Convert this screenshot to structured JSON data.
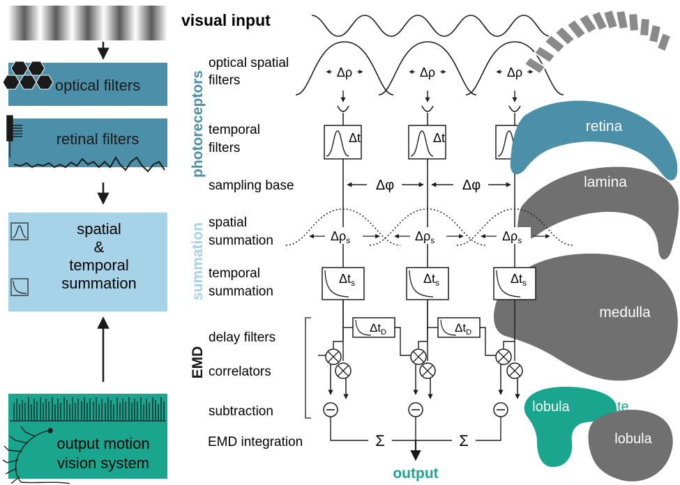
{
  "left_column": {
    "optical_filters": "optical filters",
    "retinal_filters": "retinal filters",
    "summation_line1": "spatial",
    "summation_line2": "&",
    "summation_line3": "temporal",
    "summation_line4": "summation",
    "output_line1": "output motion",
    "output_line2": "vision system"
  },
  "stage_groups": {
    "photoreceptors": "photoreceptors",
    "summation": "summation",
    "emd": "EMD"
  },
  "stage_labels": {
    "visual_input": "visual input",
    "optical_spatial_1": "optical spatial",
    "optical_spatial_2": "filters",
    "temporal_filters_1": "temporal",
    "temporal_filters_2": "filters",
    "sampling_base": "sampling base",
    "spatial_summation_1": "spatial",
    "spatial_summation_2": "summation",
    "temporal_summation_1": "temporal",
    "temporal_summation_2": "summation",
    "delay_filters": "delay filters",
    "correlators": "correlators",
    "subtraction": "subtraction",
    "emd_integration": "EMD integration"
  },
  "symbols": {
    "delta_rho": "Δρ",
    "delta_t": "Δt",
    "delta_phi": "Δφ",
    "delta_rho_s": "Δρ",
    "sub_s": "s",
    "delta_t_s": "Δt",
    "delta_t_d": "Δt",
    "sub_d": "D",
    "sigma": "Σ",
    "minus": "−"
  },
  "neuropils": {
    "retina": "retina",
    "lamina": "lamina",
    "medulla": "medulla",
    "lobula_plate_a": "lobula",
    "lobula_plate_b": "plate",
    "lobula": "lobula"
  },
  "output_label": "output",
  "colors": {
    "optical_box": "#4c8fa8",
    "retinal_box": "#4c8fa8",
    "summation_box": "#a6d3e7",
    "output_box": "#1aa58f",
    "photoreceptor_text": "#4c8fa8",
    "summation_text": "#a6d3e7",
    "retina_fill": "#4c8fa8",
    "neuropil_fill": "#707070",
    "lobula_plate_fill": "#1aa58f",
    "output_text": "#1aa58f"
  }
}
